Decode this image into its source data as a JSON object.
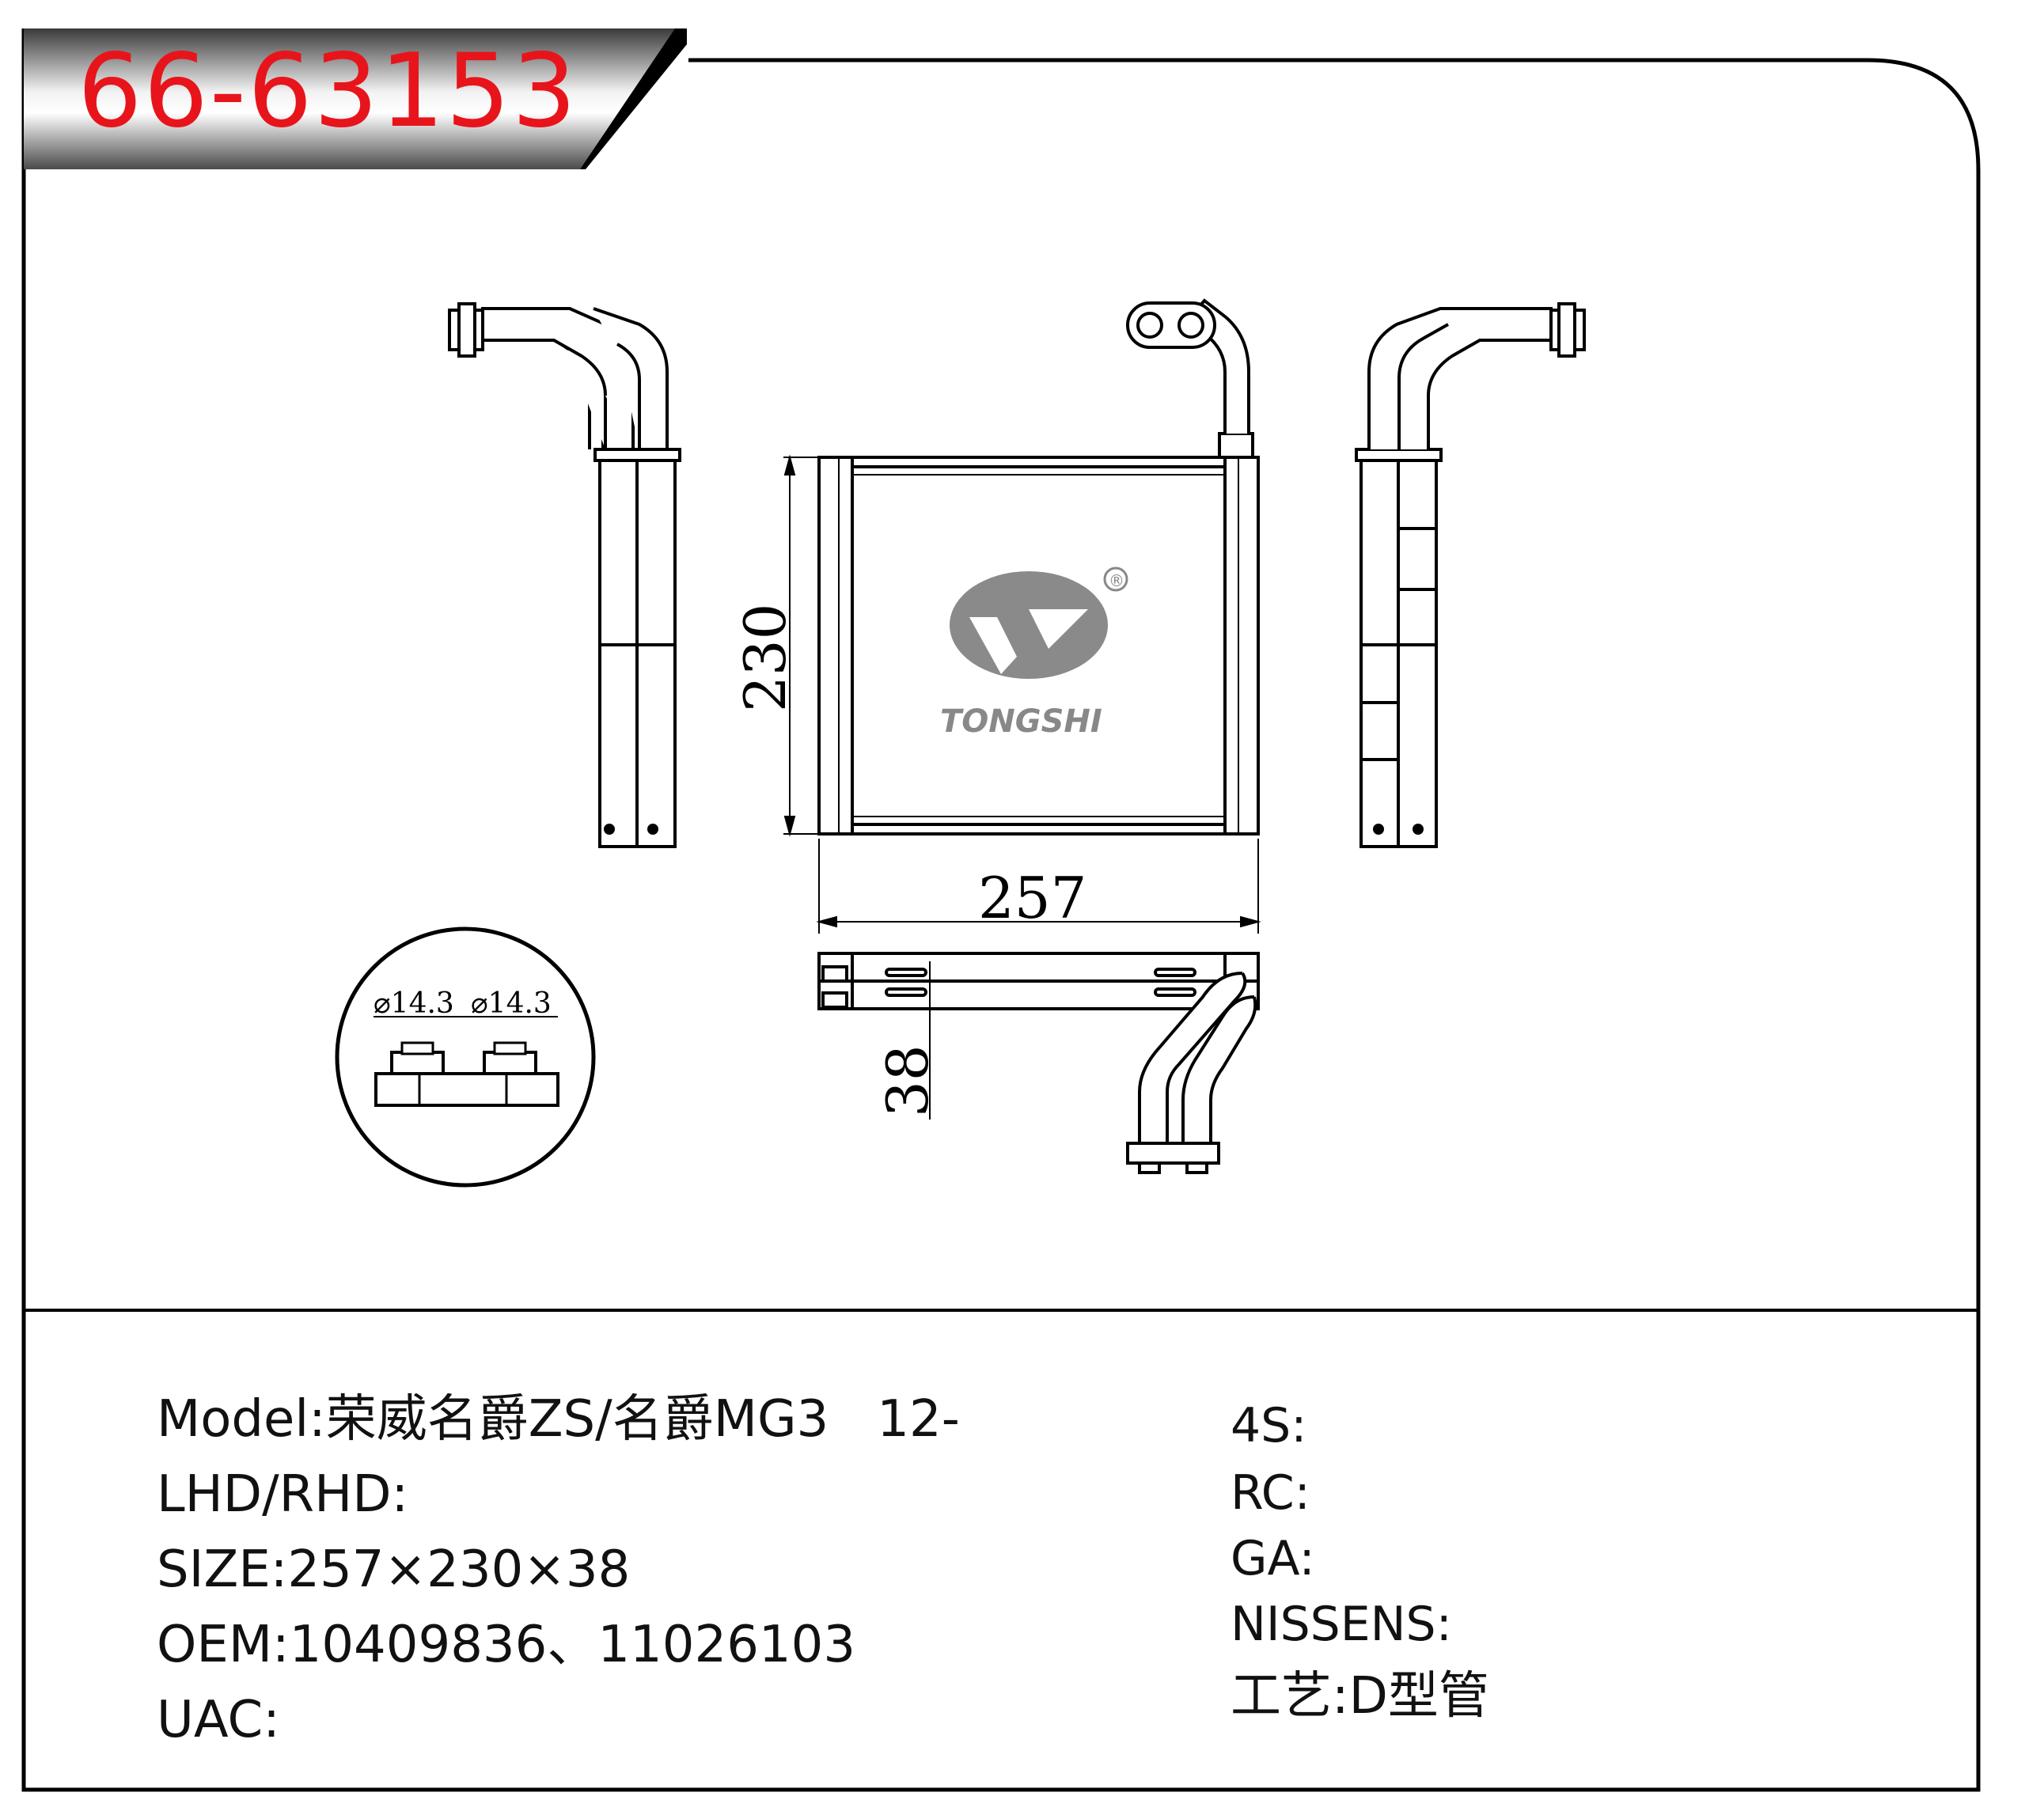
{
  "part_number": "66-63153",
  "drawing": {
    "dim_height": "230",
    "dim_width": "257",
    "dim_depth": "38",
    "pipe_diameter_left": "⌀14.3",
    "pipe_diameter_right": "⌀14.3",
    "logo_text": "TONGSHI",
    "logo_mark": "®",
    "colors": {
      "part_number": "#e8141b",
      "logo": "#888888",
      "lines": "#000000"
    }
  },
  "specs_left": [
    {
      "label": "Model:",
      "value": "荣威名爵ZS/名爵MG3   12-"
    },
    {
      "label": "LHD/RHD:",
      "value": ""
    },
    {
      "label": "SIZE:",
      "value": "257×230×38"
    },
    {
      "label": "OEM:",
      "value": "10409836、11026103"
    },
    {
      "label": "UAC:",
      "value": ""
    }
  ],
  "specs_right": [
    {
      "label": "4S:",
      "value": ""
    },
    {
      "label": "RC:",
      "value": ""
    },
    {
      "label": "GA:",
      "value": ""
    },
    {
      "label": "NISSENS:",
      "value": ""
    },
    {
      "label": "工艺:",
      "value": "D型管"
    }
  ]
}
